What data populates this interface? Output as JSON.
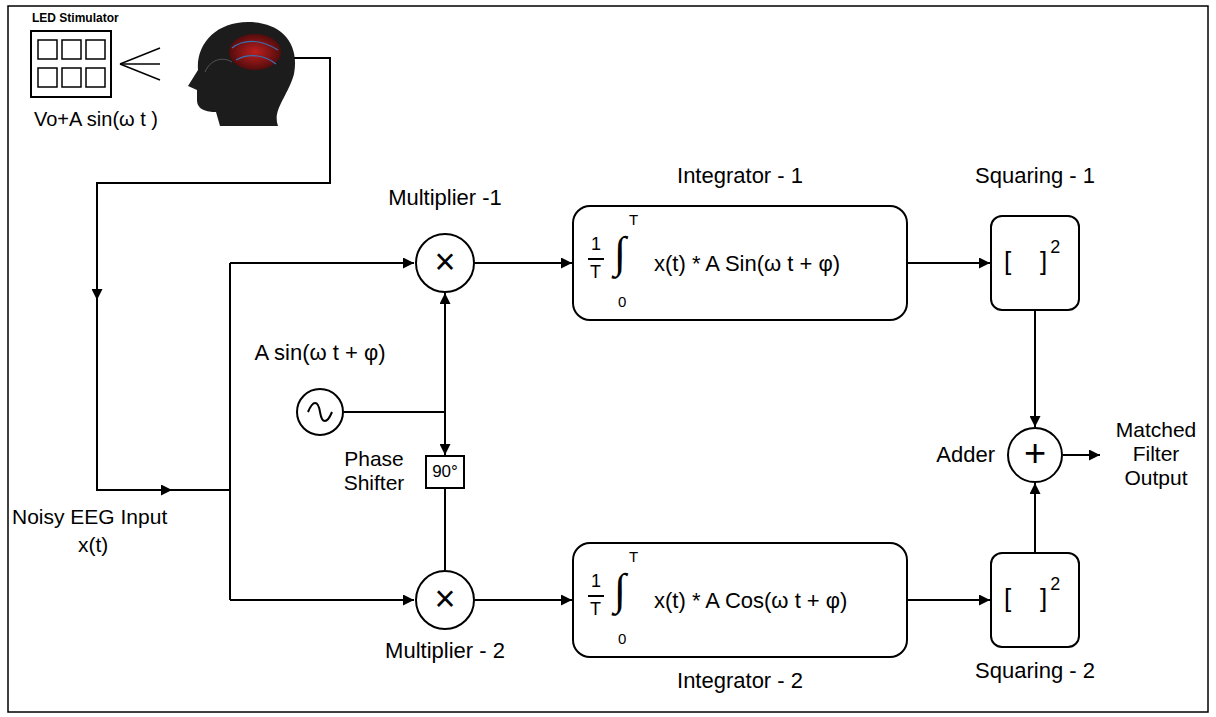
{
  "diagram": {
    "nodes": [
      {
        "text": [
          "LED Stimulator",
          "Vo+A sin(ω t )"
        ]
      },
      {
        "text": [
          "Multiplier -1",
          "×"
        ]
      },
      {
        "text": [
          "Integrator - 1",
          "1",
          "T",
          "∫",
          "T",
          "0",
          "x(t) * A Sin(ω t + φ)"
        ]
      },
      {
        "text": [
          "Squaring - 1",
          "[    ]",
          "2"
        ]
      },
      {
        "text": [
          "A sin(ω t + φ)"
        ]
      },
      {
        "text": [
          "Phase Shifter",
          "90°"
        ]
      },
      {
        "text": [
          "×",
          "Multiplier - 2"
        ]
      },
      {
        "text": [
          "Integrator - 2",
          "1",
          "T",
          "∫",
          "T",
          "0",
          "x(t) * A Cos(ω t + φ)"
        ]
      },
      {
        "text": [
          "Squaring - 2",
          "[    ]",
          "2"
        ]
      },
      {
        "text": [
          "Adder",
          "+"
        ]
      }
    ],
    "edges": [
      {
        "from": 1,
        "to": 2,
        "arrow": "to"
      },
      {
        "from": 2,
        "to": 3,
        "arrow": "to"
      },
      {
        "from": 3,
        "to": 9,
        "arrow": "to"
      },
      {
        "from": 6,
        "to": 7,
        "arrow": "to"
      },
      {
        "from": 7,
        "to": 8,
        "arrow": "to"
      },
      {
        "from": 8,
        "to": 9,
        "arrow": "to"
      },
      {
        "from": 4,
        "to": 1,
        "arrow": "to"
      },
      {
        "from": 4,
        "to": 5,
        "arrow": "to"
      },
      {
        "from": 5,
        "to": 6,
        "arrow": "none"
      }
    ],
    "labels": [
      "Noisy EEG Input",
      "x(t)",
      "Matched Filter Output"
    ]
  }
}
